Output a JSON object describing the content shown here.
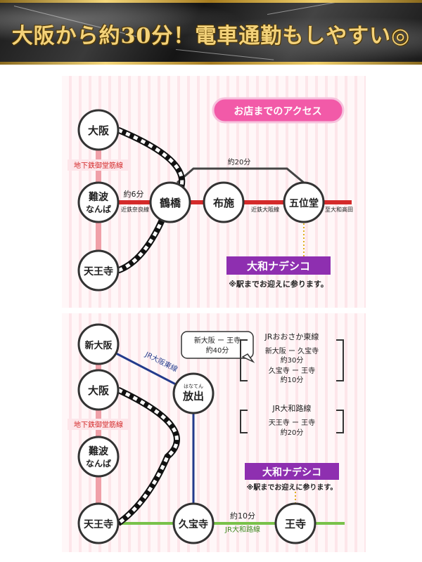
{
  "header": {
    "title": "大阪から約30分！電車通勤もしやすい◎"
  },
  "map1": {
    "access_button": "お店までのアクセス",
    "stations": {
      "osaka": "大阪",
      "namba": "難波",
      "namba_kana": "なんば",
      "tennoji": "天王寺",
      "tsuruhashi": "鶴橋",
      "fuse": "布施",
      "goidou": "五位堂"
    },
    "labels": {
      "midosuji": "地下鉄御堂筋線",
      "kintetsu_nara": "近鉄奈良線",
      "kintetsu_osaka": "近鉄大阪線",
      "for_yamato_takada": "至大和高田",
      "namba_time": "約6分",
      "express_time": "約20分"
    },
    "store": {
      "name": "大和ナデシコ",
      "note": "※駅までお迎えに参ります。"
    }
  },
  "map2": {
    "stations": {
      "shin_osaka": "新大阪",
      "osaka": "大阪",
      "namba": "難波",
      "namba_kana": "なんば",
      "tennoji": "天王寺",
      "hanaten": "放出",
      "hanaten_kana": "はなてん",
      "kyuhoji": "久宝寺",
      "oji": "王寺"
    },
    "labels": {
      "midosuji": "地下鉄御堂筋線",
      "jr_osaka_higashi": "JR大阪東線",
      "jr_yamatoji": "JR大和路線",
      "kyuhoji_oji_time": "約10分"
    },
    "callout": {
      "route": "新大阪 ー 王寺",
      "time": "約40分"
    },
    "box1": {
      "title": "JRおおさか東線",
      "route1": "新大阪 ー 久宝寺",
      "time1": "約30分",
      "route2": "久宝寺 ー 王寺",
      "time2": "約10分"
    },
    "box2": {
      "title": "JR大和路線",
      "route1": "天王寺 ー 王寺",
      "time1": "約20分"
    },
    "store": {
      "name": "大和ナデシコ",
      "note": "※駅までお迎えに参ります。"
    }
  },
  "colors": {
    "midosuji": "#f0a0a8",
    "kintetsu": "#d42a2a",
    "jr_osaka_higashi": "#233b8c",
    "jr_yamatoji": "#79c24a",
    "store_purple": "#8e2fb0",
    "button_pink": "#f25aa8"
  }
}
